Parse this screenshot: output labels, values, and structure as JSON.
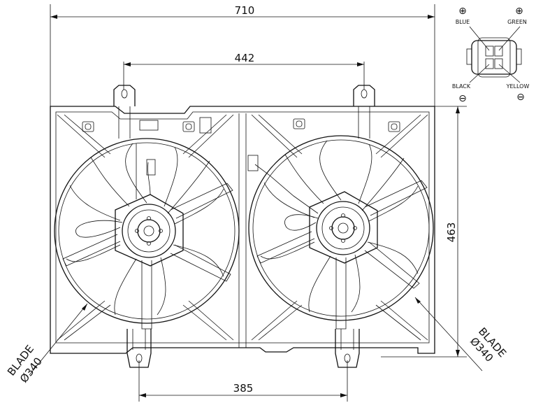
{
  "dimensions": {
    "overall_width": "710",
    "mount_spacing": "442",
    "height": "463",
    "bottom_spacing": "385",
    "blade_left": [
      "BLADE",
      "Ø340"
    ],
    "blade_right": [
      "BLADE",
      "Ø340"
    ]
  },
  "connector": {
    "wires": {
      "blue": "BLUE",
      "green": "GREEN",
      "black": "BLACK",
      "yellow": "YELLOW"
    },
    "polarity": {
      "plus": "⊕",
      "minus": "⊖"
    }
  }
}
